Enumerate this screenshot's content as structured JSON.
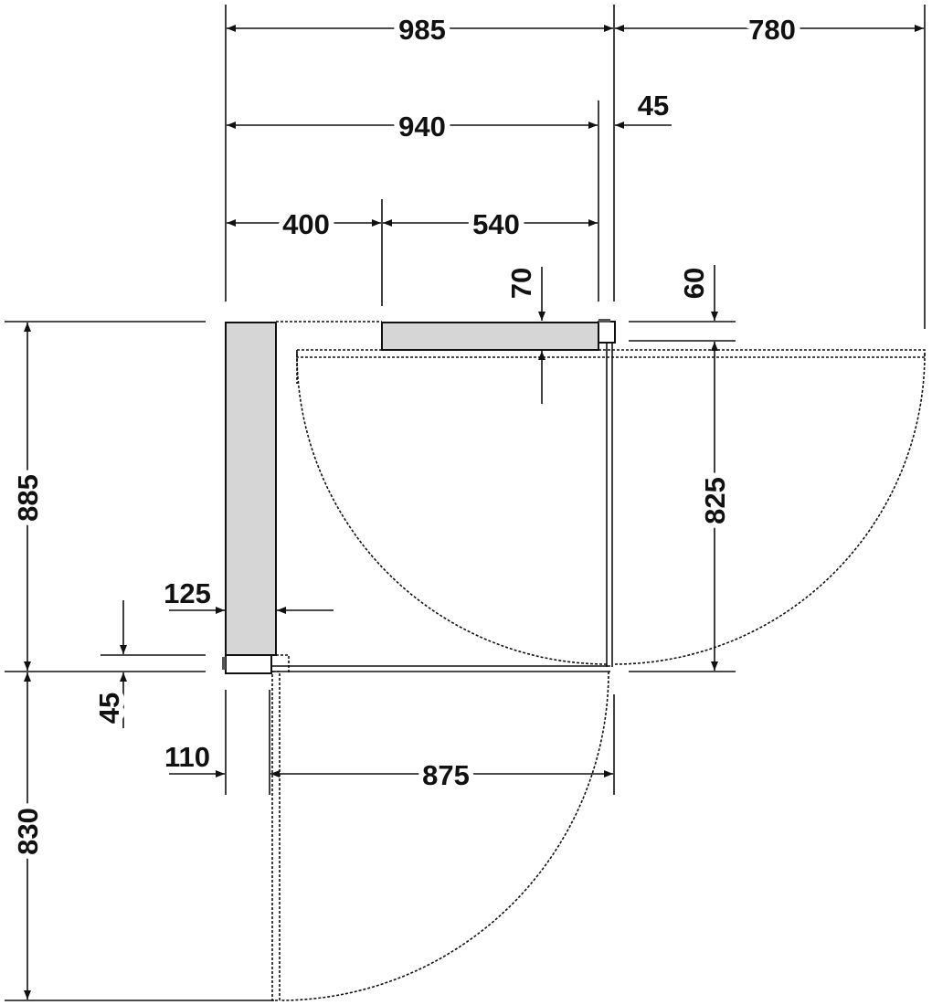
{
  "drawing": {
    "type": "shower enclosure plan view",
    "dimensions": {
      "overall_width": "985",
      "door_swing_right": "780",
      "inner_width": "940",
      "offset_right": "45",
      "left_section": "400",
      "right_section": "540",
      "top_panel_depth": "70",
      "corner_depth": "60",
      "overall_depth": "885",
      "door_swing_bottom": "830",
      "left_panel_depth": "125",
      "offset_bottom": "45",
      "bottom_gap": "110",
      "bottom_width": "875",
      "right_depth": "825"
    }
  }
}
